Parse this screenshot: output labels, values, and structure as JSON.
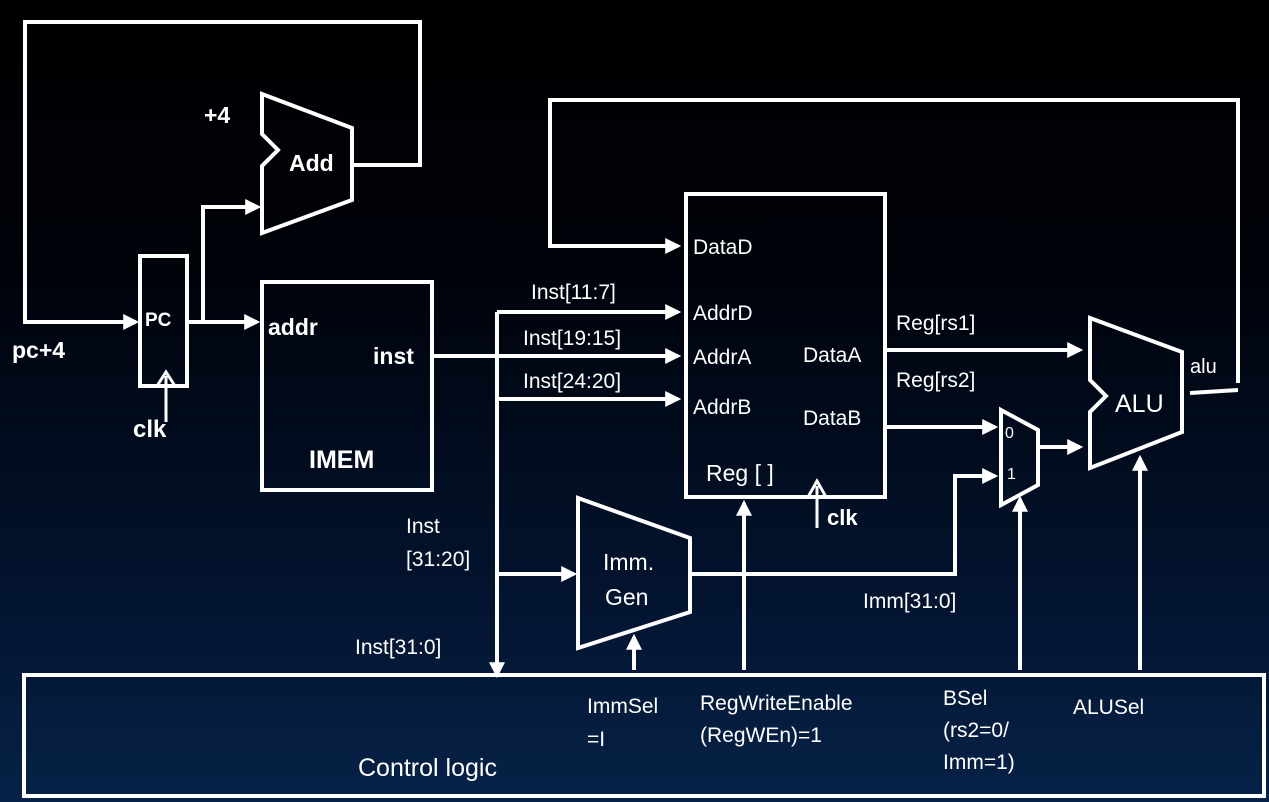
{
  "pc": {
    "label": "PC",
    "input_label": "pc+4",
    "clk_label": "clk"
  },
  "adder": {
    "label": "Add",
    "input_label": "+4"
  },
  "imem": {
    "title": "IMEM",
    "port_in": "addr",
    "port_out": "inst"
  },
  "regfile": {
    "title": "Reg [ ]",
    "clk_label": "clk",
    "ports_in": [
      "DataD",
      "AddrD",
      "AddrA",
      "AddrB"
    ],
    "ports_out": [
      "DataA",
      "DataB"
    ]
  },
  "wires": {
    "inst_11_7": "Inst[11:7]",
    "inst_19_15": "Inst[19:15]",
    "inst_24_20": "Inst[24:20]",
    "inst_31_20_a": "Inst",
    "inst_31_20_b": "[31:20]",
    "inst_31_0": "Inst[31:0]",
    "reg_rs1": "Reg[rs1]",
    "reg_rs2": "Reg[rs2]",
    "imm": "Imm[31:0]",
    "alu_out": "alu"
  },
  "immgen": {
    "line1": "Imm.",
    "line2": "Gen"
  },
  "mux": {
    "in0": "0",
    "in1": "1"
  },
  "alu": {
    "label": "ALU"
  },
  "control": {
    "title": "Control logic",
    "immsel_1": "ImmSel",
    "immsel_2": "=I",
    "regwen_1": "RegWriteEnable",
    "regwen_2": "(RegWEn)=1",
    "bsel_1": "BSel",
    "bsel_2": "(rs2=0/",
    "bsel_3": "Imm=1)",
    "alusel": "ALUSel"
  }
}
